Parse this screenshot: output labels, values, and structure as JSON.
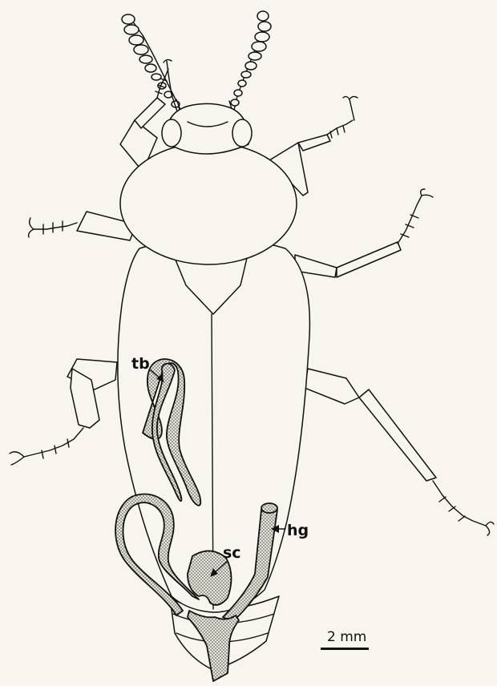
{
  "figure": {
    "background": "#f7f5ee",
    "ink_color": "#111111",
    "labels": {
      "tb": "tb",
      "sc": "sc",
      "hg": "hg"
    },
    "scale_bar": {
      "label": "2 mm"
    }
  }
}
